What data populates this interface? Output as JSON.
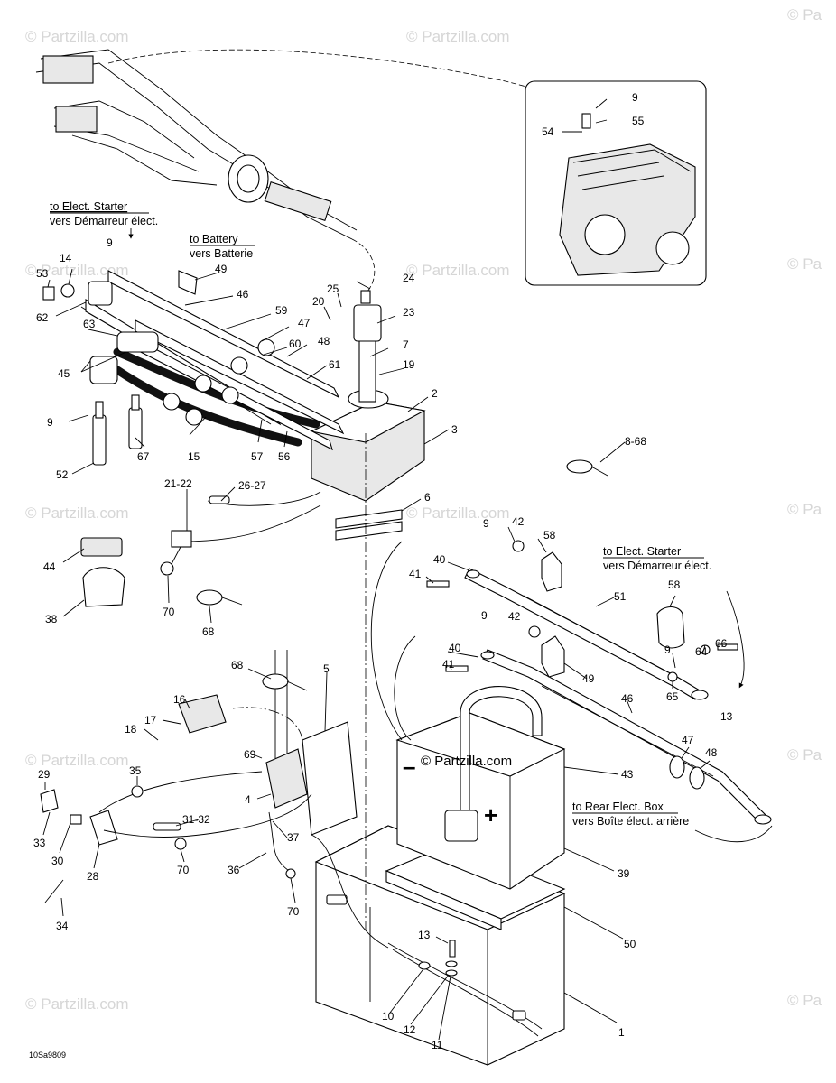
{
  "diagram": {
    "code": "10Sa9809",
    "watermarks": [
      "© Partzilla.com",
      "© Pa",
      "© Partzilla.com"
    ],
    "battery_watermark": "© Partzilla.com",
    "battery_minus": "–",
    "battery_plus": "+",
    "notes": [
      {
        "line1": "to Elect. Starter",
        "line2": "vers Démarreur élect."
      },
      {
        "line1": "to Battery",
        "line2": "vers Batterie"
      },
      {
        "line1": "to Elect. Starter",
        "line2": "vers Démarreur élect."
      },
      {
        "line1": "to Rear Elect. Box",
        "line2": "vers Boîte élect. arrière"
      }
    ],
    "callouts": [
      "9",
      "55",
      "54",
      "9",
      "14",
      "53",
      "62",
      "49",
      "46",
      "25",
      "24",
      "20",
      "23",
      "59",
      "47",
      "60",
      "48",
      "7",
      "19",
      "63",
      "45",
      "61",
      "2",
      "3",
      "9",
      "67",
      "15",
      "57",
      "56",
      "52",
      "8-68",
      "21-22",
      "26-27",
      "6",
      "9",
      "42",
      "58",
      "40",
      "41",
      "44",
      "38",
      "70",
      "68",
      "51",
      "58",
      "9",
      "42",
      "40",
      "41",
      "49",
      "9",
      "64",
      "66",
      "13",
      "65",
      "68",
      "5",
      "16",
      "17",
      "18",
      "69",
      "4",
      "35",
      "29",
      "33",
      "30",
      "28",
      "31-32",
      "70",
      "37",
      "36",
      "70",
      "34",
      "46",
      "47",
      "48",
      "43",
      "39",
      "50",
      "13",
      "10",
      "12",
      "11",
      "1"
    ]
  }
}
